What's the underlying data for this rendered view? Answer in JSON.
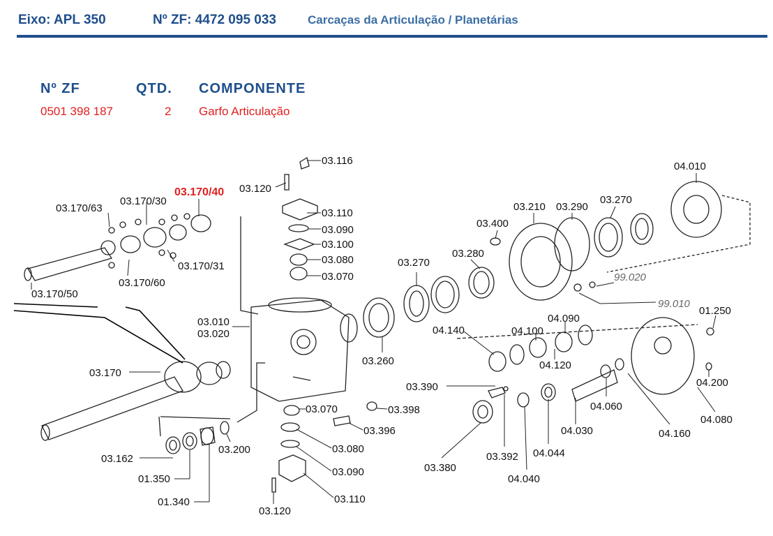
{
  "header": {
    "eixo": "Eixo: APL 350",
    "zf": "Nº ZF: 4472 095 033",
    "description": "Carcaças da Articulação / Planetárias"
  },
  "table": {
    "headers": {
      "zf": "Nº ZF",
      "qty": "QTD.",
      "component": "COMPONENTE"
    },
    "row": {
      "zf": "0501 398 187",
      "qty": "2",
      "component": "Garfo Articulação"
    }
  },
  "diagram": {
    "highlight_color": "#e02020",
    "labels": {
      "p03116": "03.116",
      "p03120a": "03.120",
      "p03170_40": "03.170/40",
      "p03170_30": "03.170/30",
      "p03170_63": "03.170/63",
      "p03110a": "03.110",
      "p03090a": "03.090",
      "p03100": "03.100",
      "p03080a": "03.080",
      "p03070a": "03.070",
      "p03170_31": "03.170/31",
      "p03170_60": "03.170/60",
      "p03170_50": "03.170/50",
      "p03010": "03.010",
      "p03020": "03.020",
      "p03170": "03.170",
      "p03162": "03.162",
      "p01350": "01.350",
      "p01340": "01.340",
      "p03200": "03.200",
      "p03070b": "03.070",
      "p03398": "03.398",
      "p03396": "03.396",
      "p03080b": "03.080",
      "p03090b": "03.090",
      "p03110b": "03.110",
      "p03120b": "03.120",
      "p03260": "03.260",
      "p03270a": "03.270",
      "p03280": "03.280",
      "p03400": "03.400",
      "p03210": "03.210",
      "p03290": "03.290",
      "p03270b": "03.270",
      "p04010": "04.010",
      "p99020": "99.020",
      "p99010": "99.010",
      "p01250": "01.250",
      "p04140": "04.140",
      "p04100": "04.100",
      "p04090": "04.090",
      "p04120": "04.120",
      "p04200": "04.200",
      "p03390": "03.390",
      "p04060": "04.060",
      "p04080": "04.080",
      "p04160": "04.160",
      "p04030": "04.030",
      "p03380": "03.380",
      "p03392": "03.392",
      "p04044": "04.044",
      "p04040": "04.040"
    }
  }
}
